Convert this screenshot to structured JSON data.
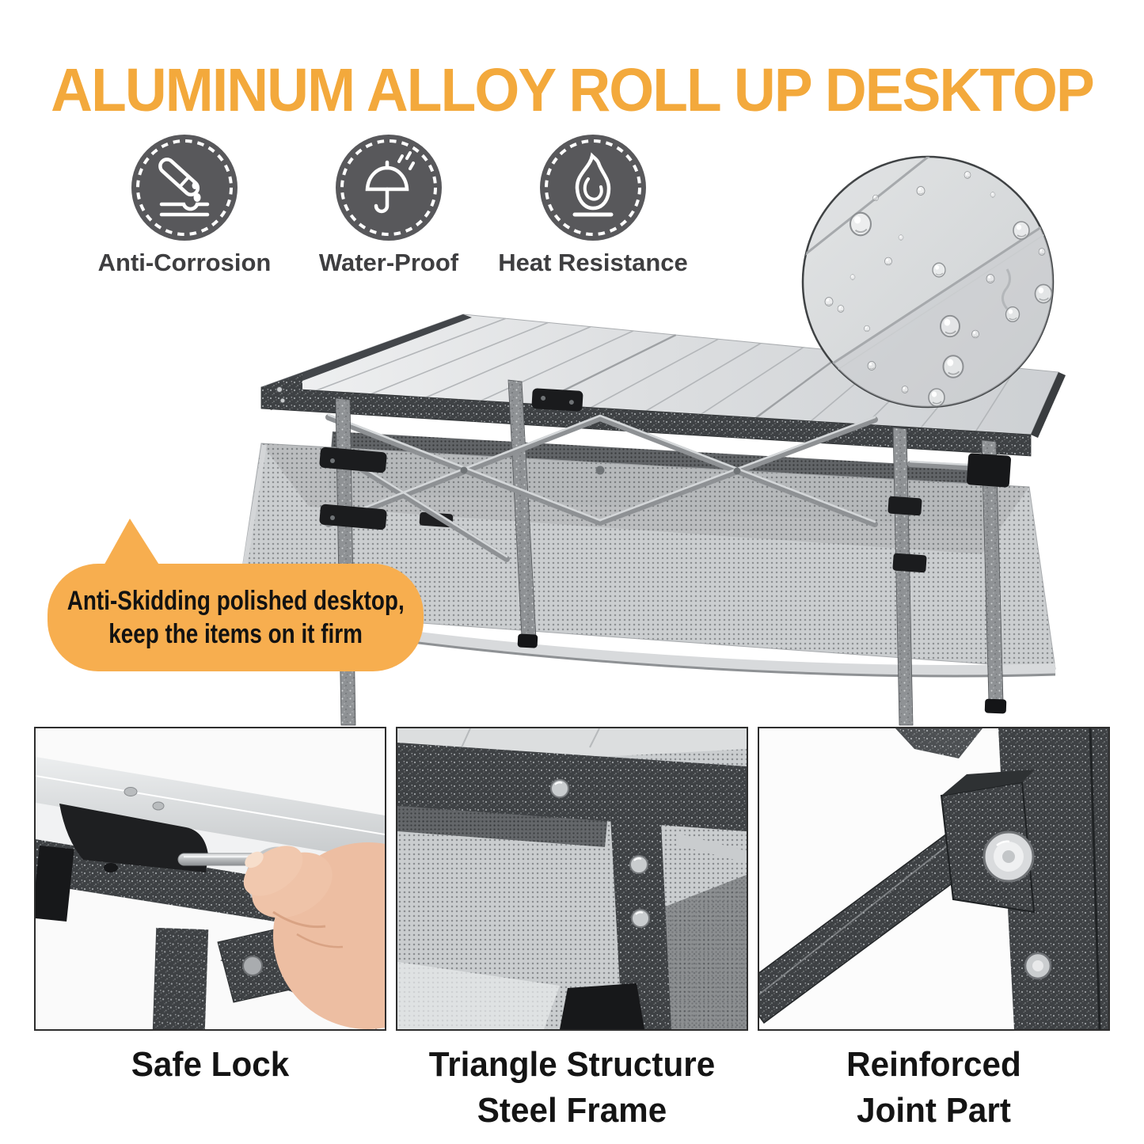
{
  "title": {
    "text": "ALUMINUM ALLOY ROLL UP DESKTOP",
    "color": "#F3A93C"
  },
  "features": [
    {
      "label": "Anti-Corrosion",
      "icon": "test-tube-corrosion-icon"
    },
    {
      "label": "Water-Proof",
      "icon": "umbrella-rain-icon"
    },
    {
      "label": "Heat Resistance",
      "icon": "flame-icon"
    }
  ],
  "callout": {
    "line1": "Anti-Skidding polished desktop,",
    "line2": "keep the items on it firm",
    "bg": "#F7AE4F"
  },
  "detail_panels": [
    {
      "caption": [
        "Safe Lock"
      ],
      "illustration": "safe-lock-pin-photo"
    },
    {
      "caption": [
        "Triangle Structure",
        "Steel Frame"
      ],
      "illustration": "triangle-steel-frame-photo"
    },
    {
      "caption": [
        "Reinforced",
        "Joint Part"
      ],
      "illustration": "reinforced-joint-photo"
    }
  ],
  "colors": {
    "accent_orange": "#F3A93C",
    "bubble_orange": "#F7AE4F",
    "icon_circle_gray": "#58585B",
    "caption_black": "#141414",
    "frame_dark": "#3E4144",
    "tabletop_gray": "#D8DADC"
  }
}
